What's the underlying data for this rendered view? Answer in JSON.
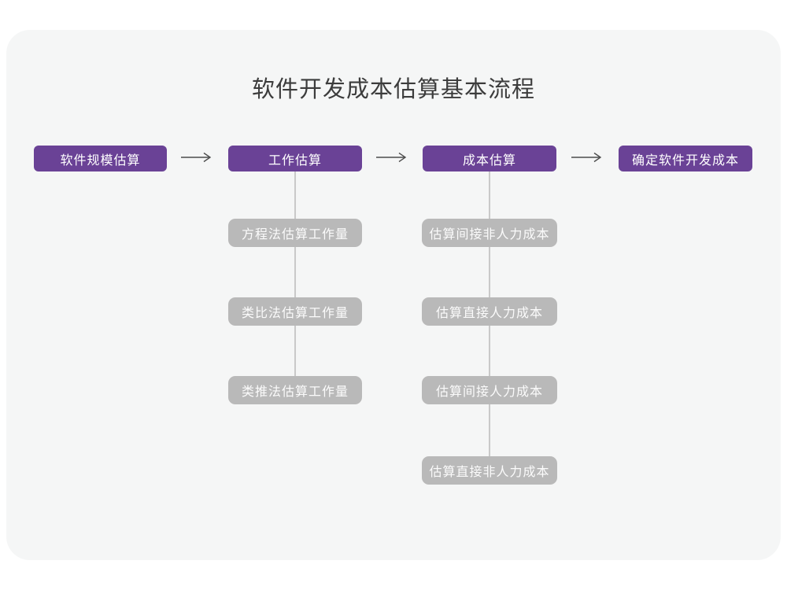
{
  "diagram": {
    "title": "软件开发成本估算基本流程",
    "main_steps": [
      {
        "label": "软件规模估算"
      },
      {
        "label": "工作估算"
      },
      {
        "label": "成本估算"
      },
      {
        "label": "确定软件开发成本"
      }
    ],
    "work_estimation_methods": [
      {
        "label": "方程法估算工作量"
      },
      {
        "label": "类比法估算工作量"
      },
      {
        "label": "类推法估算工作量"
      }
    ],
    "cost_estimation_items": [
      {
        "label": "估算间接非人力成本"
      },
      {
        "label": "估算直接人力成本"
      },
      {
        "label": "估算间接人力成本"
      },
      {
        "label": "估算直接非人力成本"
      }
    ]
  },
  "colors": {
    "canvas_background": "#ffffff",
    "card_background": "#f5f6f6",
    "primary_node": "#6a4296",
    "secondary_node": "#b9b9b9",
    "connector_line": "#c9c9c9",
    "arrow": "#4d4d4d",
    "title_text": "#3c3c3c",
    "node_text": "#ffffff"
  }
}
